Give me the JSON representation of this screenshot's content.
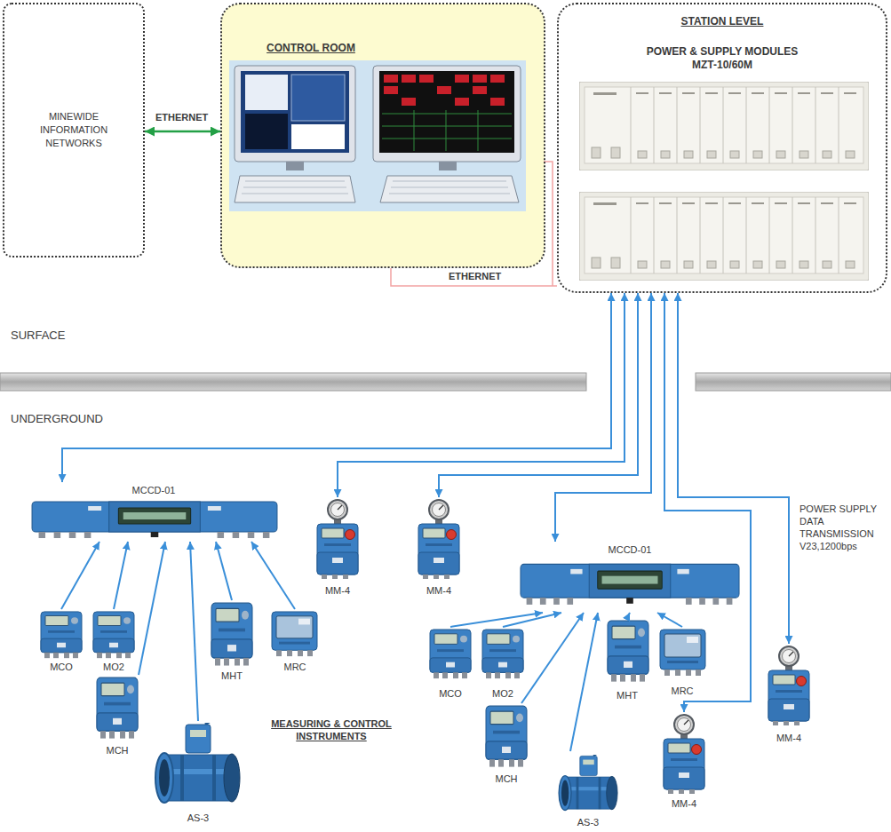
{
  "diagram": {
    "nodes": [
      {
        "text": [
          "MINEWIDE INFORMATION NETWORKS"
        ]
      },
      {
        "text": [
          "CONTROL ROOM"
        ]
      },
      {
        "text": [
          "STATION LEVEL",
          "POWER & SUPPLY MODULES MZT-10/60M"
        ]
      },
      {
        "text": [
          "MCCD-01"
        ]
      },
      {
        "text": [
          "MM-4"
        ]
      },
      {
        "text": [
          "MM-4"
        ]
      },
      {
        "text": [
          "MCCD-01"
        ]
      },
      {
        "text": [
          "MM-4"
        ]
      },
      {
        "text": [
          "MCO"
        ]
      },
      {
        "text": [
          "MO2"
        ]
      },
      {
        "text": [
          "MCH"
        ]
      },
      {
        "text": [
          "AS-3"
        ]
      },
      {
        "text": [
          "MHT"
        ]
      },
      {
        "text": [
          "MRC"
        ]
      },
      {
        "text": [
          "MCO"
        ]
      },
      {
        "text": [
          "MO2"
        ]
      },
      {
        "text": [
          "MCH"
        ]
      },
      {
        "text": [
          "AS-3"
        ]
      },
      {
        "text": [
          "MHT"
        ]
      },
      {
        "text": [
          "MRC"
        ]
      },
      {
        "text": [
          "MM-4"
        ]
      }
    ],
    "edges": [
      {
        "from": 0,
        "to": 1,
        "arrow": "both",
        "label": "ETHERNET"
      },
      {
        "from": 1,
        "to": 2,
        "arrow": "none",
        "label": "ETHERNET"
      },
      {
        "from": 2,
        "to": 3,
        "arrow": "both"
      },
      {
        "from": 2,
        "to": 4,
        "arrow": "both"
      },
      {
        "from": 2,
        "to": 5,
        "arrow": "both"
      },
      {
        "from": 2,
        "to": 6,
        "arrow": "both"
      },
      {
        "from": 2,
        "to": 7,
        "arrow": "both"
      },
      {
        "from": 2,
        "to": 20,
        "arrow": "both"
      },
      {
        "from": 8,
        "to": 3,
        "arrow": "to"
      },
      {
        "from": 9,
        "to": 3,
        "arrow": "to"
      },
      {
        "from": 10,
        "to": 3,
        "arrow": "to"
      },
      {
        "from": 11,
        "to": 3,
        "arrow": "to"
      },
      {
        "from": 12,
        "to": 3,
        "arrow": "to"
      },
      {
        "from": 13,
        "to": 3,
        "arrow": "to"
      },
      {
        "from": 14,
        "to": 6,
        "arrow": "to"
      },
      {
        "from": 15,
        "to": 6,
        "arrow": "to"
      },
      {
        "from": 16,
        "to": 6,
        "arrow": "to"
      },
      {
        "from": 17,
        "to": 6,
        "arrow": "to"
      },
      {
        "from": 18,
        "to": 6,
        "arrow": "to"
      },
      {
        "from": 19,
        "to": 6,
        "arrow": "to"
      }
    ],
    "labels": [
      "SURFACE",
      "UNDERGROUND",
      "POWER SUPPLY DATA TRANSMISSION V23,1200bps",
      "MEASURING & CONTROL INSTRUMENTS"
    ]
  }
}
